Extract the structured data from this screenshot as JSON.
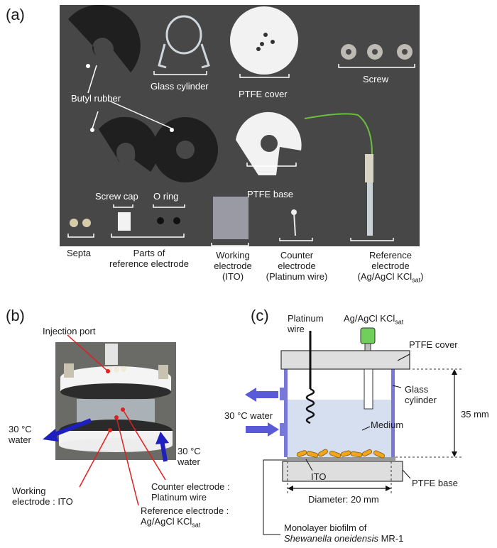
{
  "panels": {
    "a": "(a)",
    "b": "(b)",
    "c": "(c)"
  },
  "photo_a": {
    "labels": {
      "butyl_rubber": "Butyl rubber",
      "glass_cylinder": "Glass cylinder",
      "ptfe_cover": "PTFE cover",
      "screw": "Screw",
      "screw_cap": "Screw cap",
      "o_ring": "O ring",
      "ptfe_base": "PTFE base"
    },
    "captions": {
      "septa": "Septa",
      "parts_l1": "Parts of",
      "parts_l2": "reference electrode",
      "working_l1": "Working",
      "working_l2": "electrode",
      "working_l3": "(ITO)",
      "counter_l1": "Counter",
      "counter_l2": "electrode",
      "counter_l3": "(Platinum wire)",
      "reference_l1": "Reference",
      "reference_l2": "electrode",
      "reference_l3_pre": "(Ag/AgCl KCl",
      "reference_l3_sub": "sat",
      "reference_l3_post": ")"
    }
  },
  "photo_b": {
    "injection_port": "Injection port",
    "water_left_l1": "30 °C",
    "water_left_l2": "water",
    "water_right_l1": "30 °C",
    "water_right_l2": "water",
    "working_l1": "Working",
    "working_l2": "electrode : ITO",
    "counter_l1": "Counter electrode :",
    "counter_l2": "Platinum wire",
    "reference_l1": "Reference electrode :",
    "reference_l2_pre": "Ag/AgCl KCl",
    "reference_l2_sub": "sat"
  },
  "diagram_c": {
    "platinum_l1": "Platinum",
    "platinum_l2": "wire",
    "agcl_pre": "Ag/AgCl KCl",
    "agcl_sub": "sat",
    "ptfe_cover": "PTFE cover",
    "glass_l1": "Glass",
    "glass_l2": "cylinder",
    "water": "30 °C water",
    "medium": "Medium",
    "height": "35 mm",
    "ito": "ITO",
    "ptfe_base": "PTFE base",
    "diameter": "Diameter: 20 mm",
    "biofilm_l1": "Monolayer biofilm of",
    "biofilm_l2": "Shewanella oneidensis",
    "biofilm_l2_post": " MR-1"
  },
  "colors": {
    "photo_bg": "#474747",
    "rubber": "#1f1f1f",
    "ptfe": "#f2f2f2",
    "medium": "#d6dff0",
    "cylinder_edge": "#7878d8",
    "water_arrow": "#5a5ad8",
    "ag_electrode": "#6fcf5a",
    "bacteria": "#f2a51a",
    "grey_plate": "#d0d0d0"
  }
}
